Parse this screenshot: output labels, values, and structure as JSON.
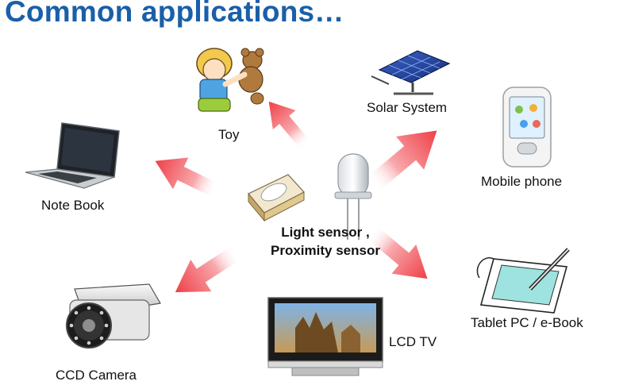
{
  "title": "Common applications…",
  "center": {
    "line1": "Light sensor ,",
    "line2": "Proximity sensor"
  },
  "applications": {
    "toy": "Toy",
    "solar": "Solar System",
    "mobile": "Mobile phone",
    "notebook": "Note Book",
    "tablet": "Tablet PC / e-Book",
    "lcd_tv": "LCD TV",
    "ccd_camera": "CCD Camera"
  },
  "colors": {
    "title": "#1a5fa8",
    "arrow": "#ee3f46",
    "text": "#111111"
  },
  "icons": [
    "toy-child-teddy-icon",
    "solar-panel-icon",
    "mobile-phone-icon",
    "notebook-laptop-icon",
    "tablet-pen-icon",
    "lcd-tv-icon",
    "ccd-camera-icon",
    "smd-light-sensor-icon",
    "led-sensor-icon"
  ]
}
